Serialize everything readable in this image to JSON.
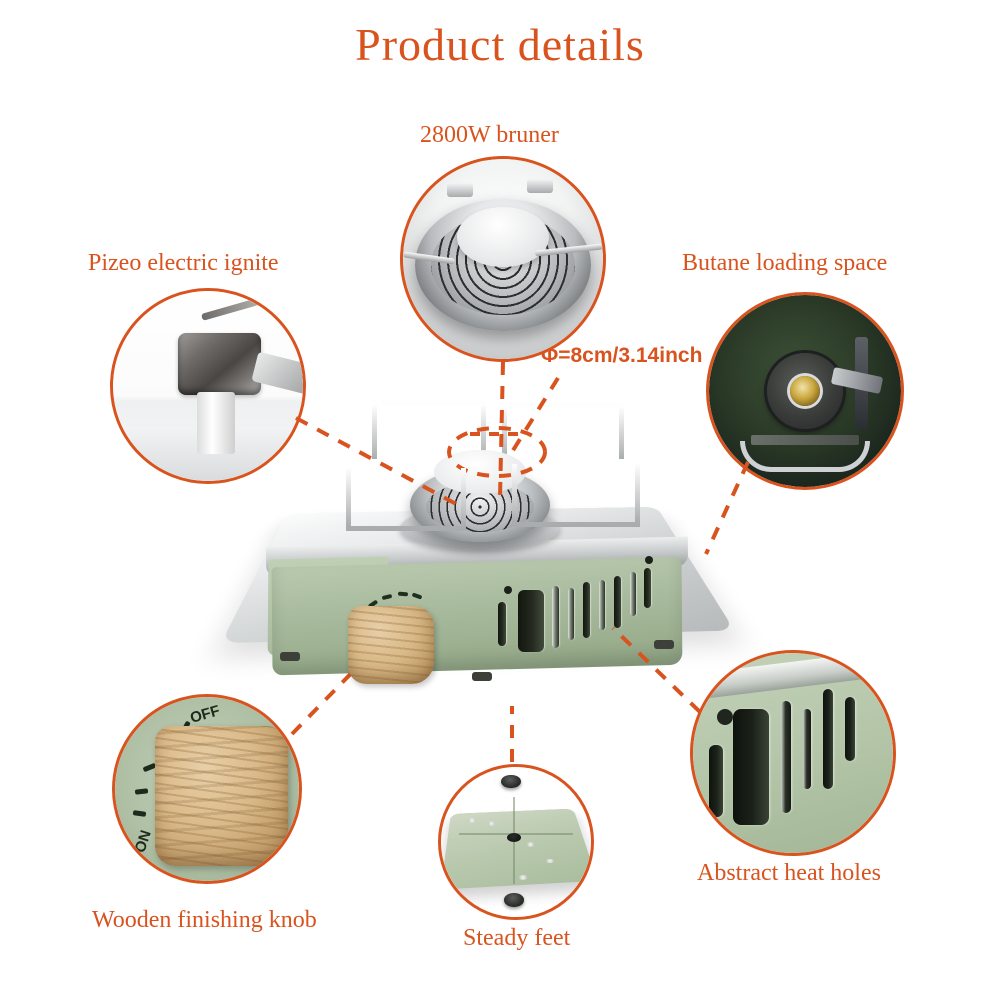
{
  "page": {
    "title": "Product details",
    "accent_color": "#d9531e",
    "background_color": "#ffffff",
    "product_body_color": "#a9bb9e",
    "product_top_color": "#d2d5d6",
    "knob_wood_color": "#d8b987"
  },
  "callouts": [
    {
      "id": "burner",
      "label": "2800W bruner",
      "detail": "perforated stainless steel burner head"
    },
    {
      "id": "ignite",
      "label": "Pizeo electric ignite",
      "detail": "metal piezo igniter electrode"
    },
    {
      "id": "butane",
      "label": "Butane loading space",
      "detail": "dark green canister bay with gas valve"
    },
    {
      "id": "knob",
      "label": "Wooden finishing knob",
      "detail": "wood grain control knob"
    },
    {
      "id": "feet",
      "label": "Steady feet",
      "detail": "underside base plate with rubber feet"
    },
    {
      "id": "holes",
      "label": "Abstract heat holes",
      "detail": "vertical vent slots on side panel"
    }
  ],
  "dimension": {
    "label": "Φ=8cm/3.14inch"
  },
  "knob_dial": {
    "off_label": "OFF",
    "on_label": "ON"
  },
  "icons": {
    "dimension_ellipse": "dashed-ellipse-icon",
    "connector": "dashed-leader-line-icon"
  }
}
